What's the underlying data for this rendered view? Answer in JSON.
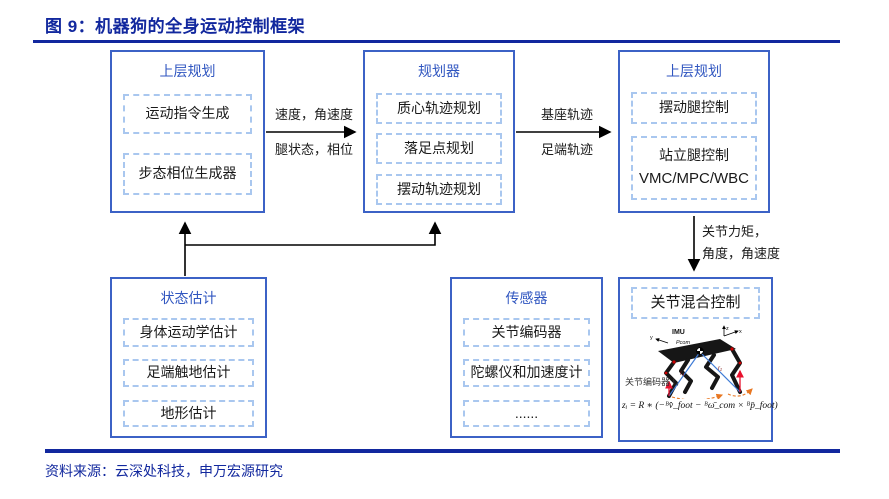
{
  "title": "图 9：机器狗的全身运动控制框架",
  "source": "资料来源：云深处科技，申万宏源研究",
  "colors": {
    "accent_navy": "#12289e",
    "box_border": "#3c62c6",
    "dashed_border": "#a9c7ef",
    "box_title_blue": "#3056c0",
    "arrow_black": "#000000",
    "robot_blue": "#3e7bd6",
    "robot_red": "#e8112d",
    "robot_orange": "#e87722"
  },
  "boxes": {
    "upper_left": {
      "title": "上层规划",
      "items": [
        "运动指令生成",
        "步态相位生成器"
      ]
    },
    "planner": {
      "title": "规划器",
      "items": [
        "质心轨迹规划",
        "落足点规划",
        "摆动轨迹规划"
      ]
    },
    "upper_right": {
      "title": "上层规划",
      "swing_item": "摆动腿控制",
      "stand_item_line1": "站立腿控制",
      "stand_item_line2": "VMC/MPC/WBC"
    },
    "state": {
      "title": "状态估计",
      "items": [
        "身体运动学估计",
        "足端触地估计",
        "地形估计"
      ]
    },
    "sensor": {
      "title": "传感器",
      "items": [
        "关节编码器",
        "陀螺仪和加速度计",
        "......"
      ]
    },
    "joint": {
      "item": "关节混合控制",
      "robot": {
        "imu": "IMU",
        "pcom": "Pcom",
        "axis_z": "z",
        "axis_x": "x",
        "axis_y": "y",
        "r1": "r₁",
        "r4": "r₄",
        "encoder_label": "关节编码器 I₄",
        "formula": "zᵢ = R ∗ (−ᴮv̂_foot − ᴮω̄_com × ᴮp̄_foot)"
      }
    }
  },
  "edges": {
    "left_to_planner": {
      "top": "速度，角速度",
      "bottom": "腿状态，相位"
    },
    "planner_to_right": {
      "top": "基座轨迹",
      "bottom": "足端轨迹"
    },
    "right_to_joint": {
      "line1": "关节力矩，",
      "line2": "角度，角速度"
    }
  }
}
